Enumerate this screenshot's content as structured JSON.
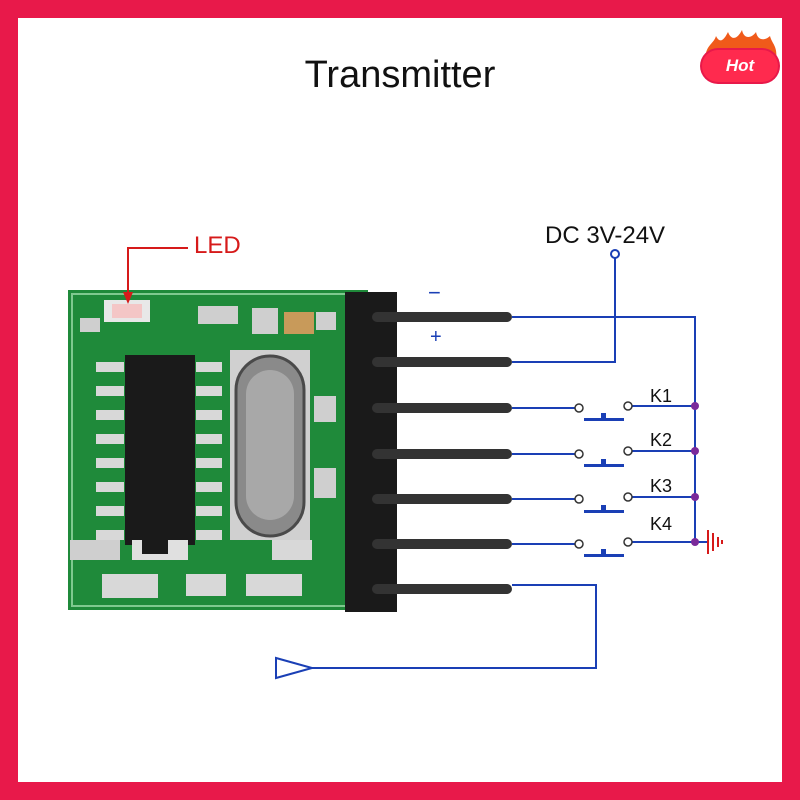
{
  "title": "Transmitter",
  "badge": {
    "text": "Hot"
  },
  "labels": {
    "led": "LED",
    "power": "DC 3V-24V",
    "minus": "−",
    "plus": "+",
    "k1": "K1",
    "k2": "K2",
    "k3": "K3",
    "k4": "K4"
  },
  "colors": {
    "border": "#e8194a",
    "wire": "#1a3fb5",
    "led_callout": "#d61a1a",
    "pcb": "#1f8a3a",
    "junction": "#7a2a9a"
  },
  "icons": {
    "ground": "ground-symbol-icon",
    "antenna": "antenna-triangle-icon",
    "flame": "flame-icon"
  }
}
